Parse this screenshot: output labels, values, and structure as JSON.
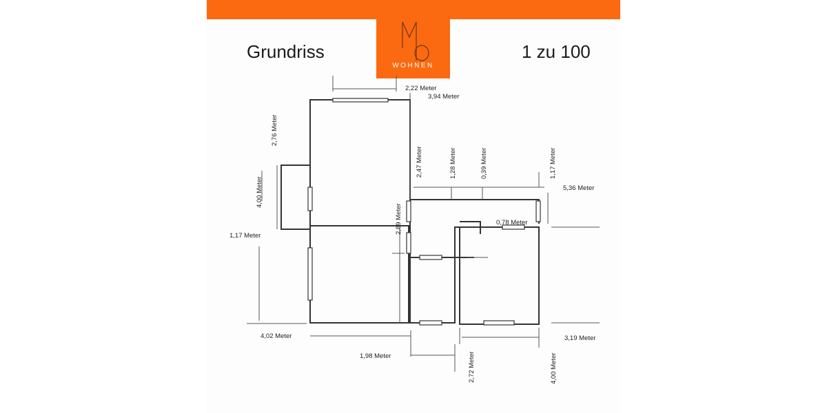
{
  "header": {
    "accent_color": "#fb6a10",
    "logo_letters": "MO",
    "logo_text": "WOHNEN",
    "title": "Grundriss",
    "scale": "1 zu 100"
  },
  "dimensions": [
    "2,22 Meter",
    "3,94 Meter",
    "2,76 Meter",
    "4,00 Meter",
    "1,17 Meter",
    "2,47 Meter",
    "1,28 Meter",
    "0,39 Meter",
    "1,17 Meter",
    "5,36 Meter",
    "2,89 Meter",
    "0,78 Meter",
    "4,02 Meter",
    "1,98 Meter",
    "3,19 Meter",
    "2,72 Meter",
    "4,00 Meter"
  ]
}
